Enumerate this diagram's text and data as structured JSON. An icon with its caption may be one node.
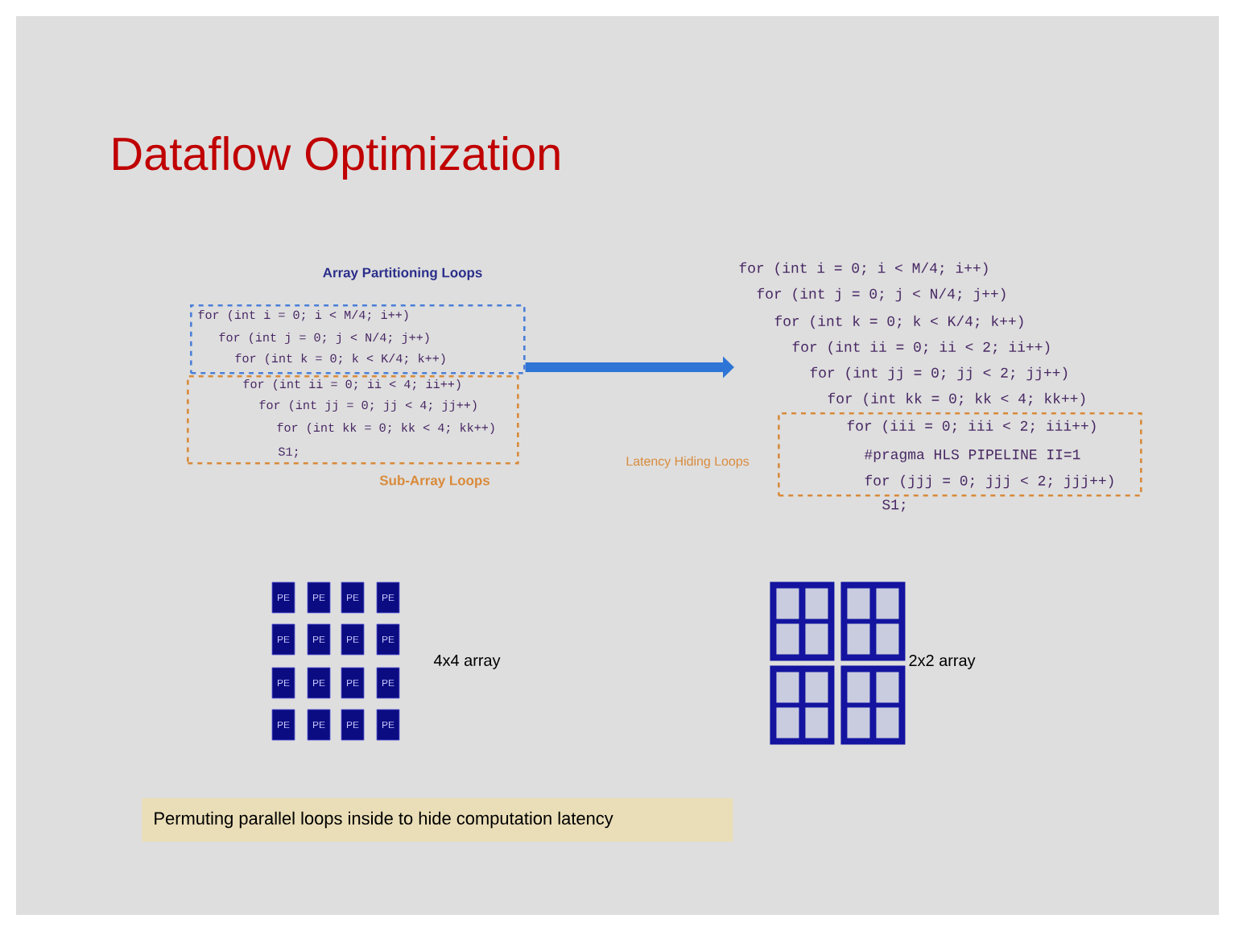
{
  "diagram": {
    "title": "Dataflow Optimization",
    "nodes": [
      {
        "text": [
          "Array Partitioning Loops",
          "for (int i = 0; i < M/4; i++)",
          "for (int j = 0; j < N/4; j++)",
          "for (int k = 0; k < K/4; k++)"
        ]
      },
      {
        "text": [
          "for (int ii = 0; ii < 4; ii++)",
          "for (int jj = 0; jj < 4; jj++)",
          "for (int kk = 0; kk < 4; kk++)",
          "S1;",
          "Sub-Array Loops"
        ]
      },
      {
        "text": [
          "for (int i = 0; i < M/4; i++)",
          "for (int j = 0; j < N/4; j++)",
          "for (int k = 0; k < K/4; k++)",
          "for (int ii = 0; ii < 2; ii++)",
          "for (int jj = 0; jj < 2; jj++)",
          "for (int kk = 0; kk < 4; kk++)"
        ]
      },
      {
        "text": [
          "Latency Hiding Loops",
          "for (iii = 0; iii < 2; iii++)",
          "#pragma HLS PIPELINE II=1",
          "for (jjj = 0; jjj < 2; jjj++)"
        ],
        "beside": [
          "S1;"
        ]
      },
      {
        "text": [
          "PE"
        ]
      },
      {
        "text": [
          "PE"
        ]
      },
      {
        "text": [
          "PE"
        ]
      },
      {
        "text": [
          "PE"
        ]
      },
      {
        "text": [
          "PE"
        ]
      },
      {
        "text": [
          "PE"
        ]
      },
      {
        "text": [
          "PE"
        ]
      },
      {
        "text": [
          "PE"
        ]
      },
      {
        "text": [
          "PE"
        ]
      },
      {
        "text": [
          "PE"
        ]
      },
      {
        "text": [
          "PE"
        ]
      },
      {
        "text": [
          "PE"
        ]
      },
      {
        "text": [
          "PE"
        ]
      },
      {
        "text": [
          "PE"
        ]
      },
      {
        "text": [
          "PE"
        ]
      },
      {
        "text": [
          "PE"
        ]
      },
      {
        "text": [],
        "shape": "box"
      },
      {
        "text": [],
        "shape": "box",
        "in": 20
      },
      {
        "text": [],
        "shape": "box",
        "in": 20
      },
      {
        "text": [],
        "shape": "box",
        "in": 20
      },
      {
        "text": [],
        "shape": "box",
        "in": 20
      },
      {
        "text": [],
        "shape": "box"
      },
      {
        "text": [],
        "shape": "box",
        "in": 25
      },
      {
        "text": [],
        "shape": "box",
        "in": 25
      },
      {
        "text": [],
        "shape": "box",
        "in": 25
      },
      {
        "text": [],
        "shape": "box",
        "in": 25
      },
      {
        "text": [],
        "shape": "box"
      },
      {
        "text": [],
        "shape": "box",
        "in": 30
      },
      {
        "text": [],
        "shape": "box",
        "in": 30
      },
      {
        "text": [],
        "shape": "box",
        "in": 30
      },
      {
        "text": [],
        "shape": "box",
        "in": 30
      },
      {
        "text": [],
        "shape": "box"
      },
      {
        "text": [],
        "shape": "box",
        "in": 35
      },
      {
        "text": [],
        "shape": "box",
        "in": 35
      },
      {
        "text": [],
        "shape": "box",
        "in": 35
      },
      {
        "text": [],
        "shape": "box",
        "in": 35
      },
      {
        "text": [
          "Permuting parallel loops inside to hide computation latency"
        ]
      }
    ],
    "edges": [
      {
        "from": 0,
        "to": 2,
        "arrow": "to"
      }
    ],
    "labels": [
      "4x4 array",
      "2x2 array"
    ]
  }
}
